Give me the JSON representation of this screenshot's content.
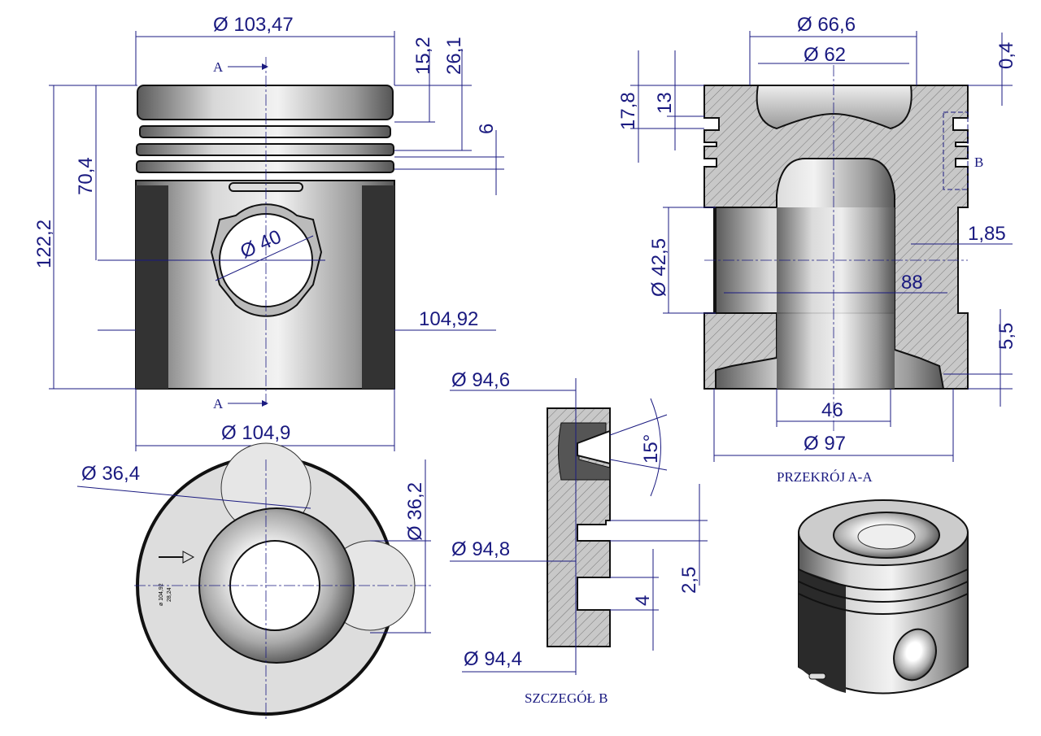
{
  "front_view": {
    "dia_top": "Ø 103,47",
    "h_15_2": "15,2",
    "h_26_1": "26,1",
    "h_6": "6",
    "h_70_4": "70,4",
    "h_122_2": "122,2",
    "pin_dia": "Ø 40",
    "skirt_dia": "104,92",
    "dia_bottom": "Ø 104,9",
    "section_mark": "A"
  },
  "bottom_view": {
    "dia_36_4": "Ø 36,4",
    "dia_36_2": "Ø 36,2",
    "engraving": [
      "ø 104,92",
      "28,24"
    ]
  },
  "detail_b": {
    "title": "SZCZEGÓŁ B",
    "dia_94_6": "Ø 94,6",
    "dia_94_8": "Ø 94,8",
    "dia_94_4": "Ø 94,4",
    "angle": "15°",
    "h_2_5": "2,5",
    "h_4": "4"
  },
  "section_aa": {
    "title": "PRZEKRÓJ A-A",
    "dia_66_6": "Ø 66,6",
    "dia_62": "Ø 62",
    "h_0_4": "0,4",
    "h_17_8": "17,8",
    "h_13": "13",
    "detail_mark": "B",
    "h_1_85": "1,85",
    "dia_42_5": "Ø 42,5",
    "w_88": "88",
    "h_5_5": "5,5",
    "w_46": "46",
    "dia_97": "Ø 97"
  }
}
